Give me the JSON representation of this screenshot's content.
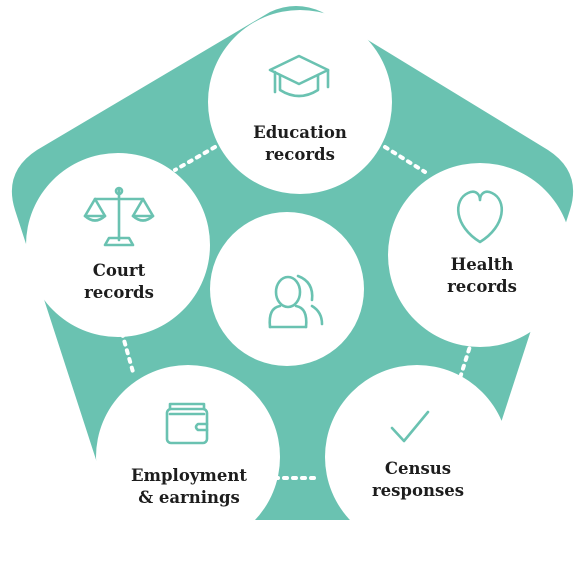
{
  "colors": {
    "teal": "#6ac2b1",
    "circle_fill": "#ffffff",
    "icon_stroke": "#6ac2b1",
    "text": "#1d1d1d"
  },
  "center": {
    "icon": "person-icon"
  },
  "nodes": [
    {
      "id": "education",
      "icon": "graduation-cap-icon",
      "line1": "Education",
      "line2": "records"
    },
    {
      "id": "health",
      "icon": "heart-icon",
      "line1": "Health",
      "line2": "records"
    },
    {
      "id": "census",
      "icon": "checkmark-icon",
      "line1": "Census",
      "line2": "responses"
    },
    {
      "id": "employment",
      "icon": "wallet-icon",
      "line1": "Employment",
      "line2": "& earnings"
    },
    {
      "id": "court",
      "icon": "scales-of-justice-icon",
      "line1": "Court",
      "line2": "records"
    }
  ]
}
